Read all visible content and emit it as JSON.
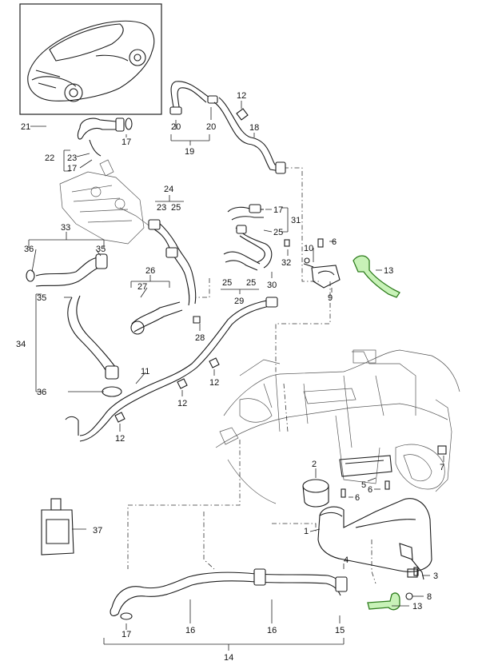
{
  "diagram": {
    "callouts": {
      "c1": "1",
      "c2": "2",
      "c3": "3",
      "c4": "4",
      "c5": "5",
      "c6a": "6",
      "c6b": "6",
      "c6c": "6",
      "c7": "7",
      "c8": "8",
      "c9": "9",
      "c10": "10",
      "c11": "11",
      "c12a": "12",
      "c12b": "12",
      "c12c": "12",
      "c12d": "12",
      "c13a": "13",
      "c13b": "13",
      "c14": "14",
      "c15": "15",
      "c16a": "16",
      "c16b": "16",
      "c17a": "17",
      "c17b": "17",
      "c17c": "17",
      "c17d": "17",
      "c18": "18",
      "c19": "19",
      "c20a": "20",
      "c20b": "20",
      "c21": "21",
      "c22": "22",
      "c23a": "23",
      "c23b": "23",
      "c24": "24",
      "c25a": "25",
      "c25b": "25",
      "c25c": "25",
      "c25d": "25",
      "c26": "26",
      "c27": "27",
      "c28": "28",
      "c29": "29",
      "c30": "30",
      "c31": "31",
      "c32": "32",
      "c33": "33",
      "c34": "34",
      "c35a": "35",
      "c35b": "35",
      "c36a": "36",
      "c36b": "36",
      "c37": "37"
    },
    "highlight_color": "#c8f2b8"
  }
}
